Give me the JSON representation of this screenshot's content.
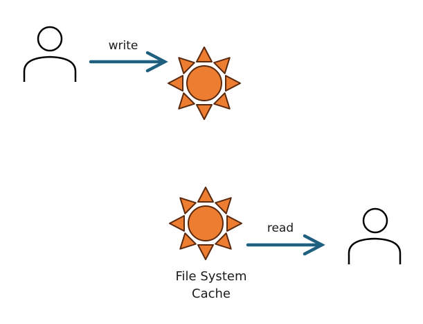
{
  "diagram": {
    "colors": {
      "sun_fill": "#ED7D31",
      "sun_stroke": "#5B2A0E",
      "arrow": "#1F5F80",
      "person_stroke": "#000000",
      "text": "#1a1a1a"
    },
    "nodes": [
      {
        "id": "user-writer",
        "type": "person-icon",
        "label": ""
      },
      {
        "id": "cache-write",
        "type": "sun-icon",
        "label": ""
      },
      {
        "id": "cache-read",
        "type": "sun-icon",
        "label_lines": [
          "File System",
          "Cache"
        ]
      },
      {
        "id": "user-reader",
        "type": "person-icon",
        "label": ""
      }
    ],
    "edges": [
      {
        "from": "user-writer",
        "to": "cache-write",
        "label": "write"
      },
      {
        "from": "cache-read",
        "to": "user-reader",
        "label": "read"
      }
    ]
  }
}
